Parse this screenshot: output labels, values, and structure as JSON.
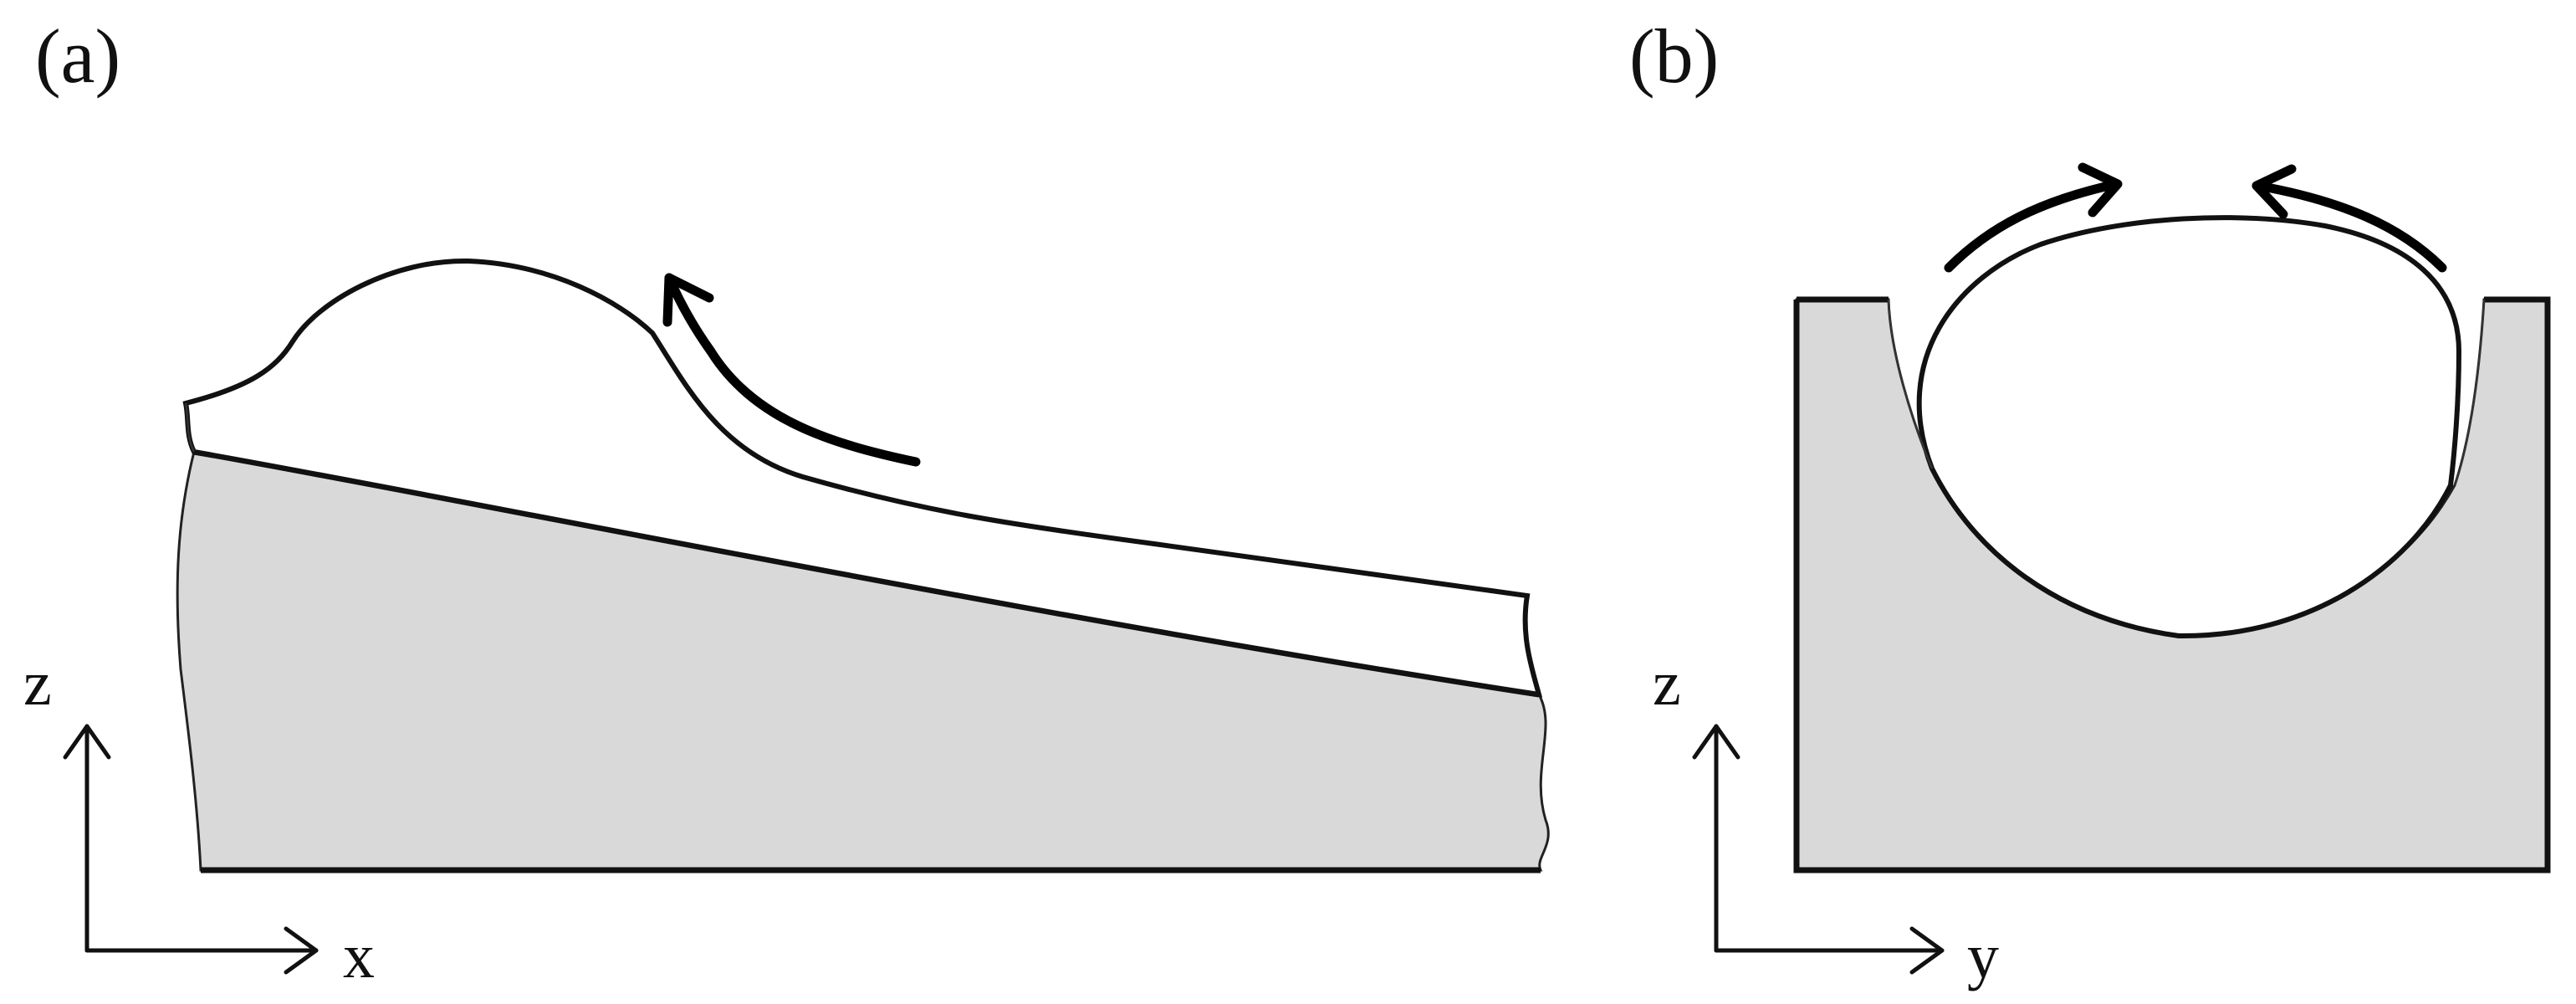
{
  "panels": [
    {
      "id": "a",
      "label": "(a)",
      "axes": {
        "vertical": "z",
        "horizontal": "x"
      }
    },
    {
      "id": "b",
      "label": "(b)",
      "axes": {
        "vertical": "z",
        "horizontal": "y"
      }
    }
  ],
  "colors": {
    "substrate_fill": "#d9d9d9",
    "outline": "#111111",
    "background": "#ffffff"
  },
  "icons": {
    "flow_arrow": "curved-arrow-icon",
    "axis_arrow": "axis-arrow-icon"
  }
}
